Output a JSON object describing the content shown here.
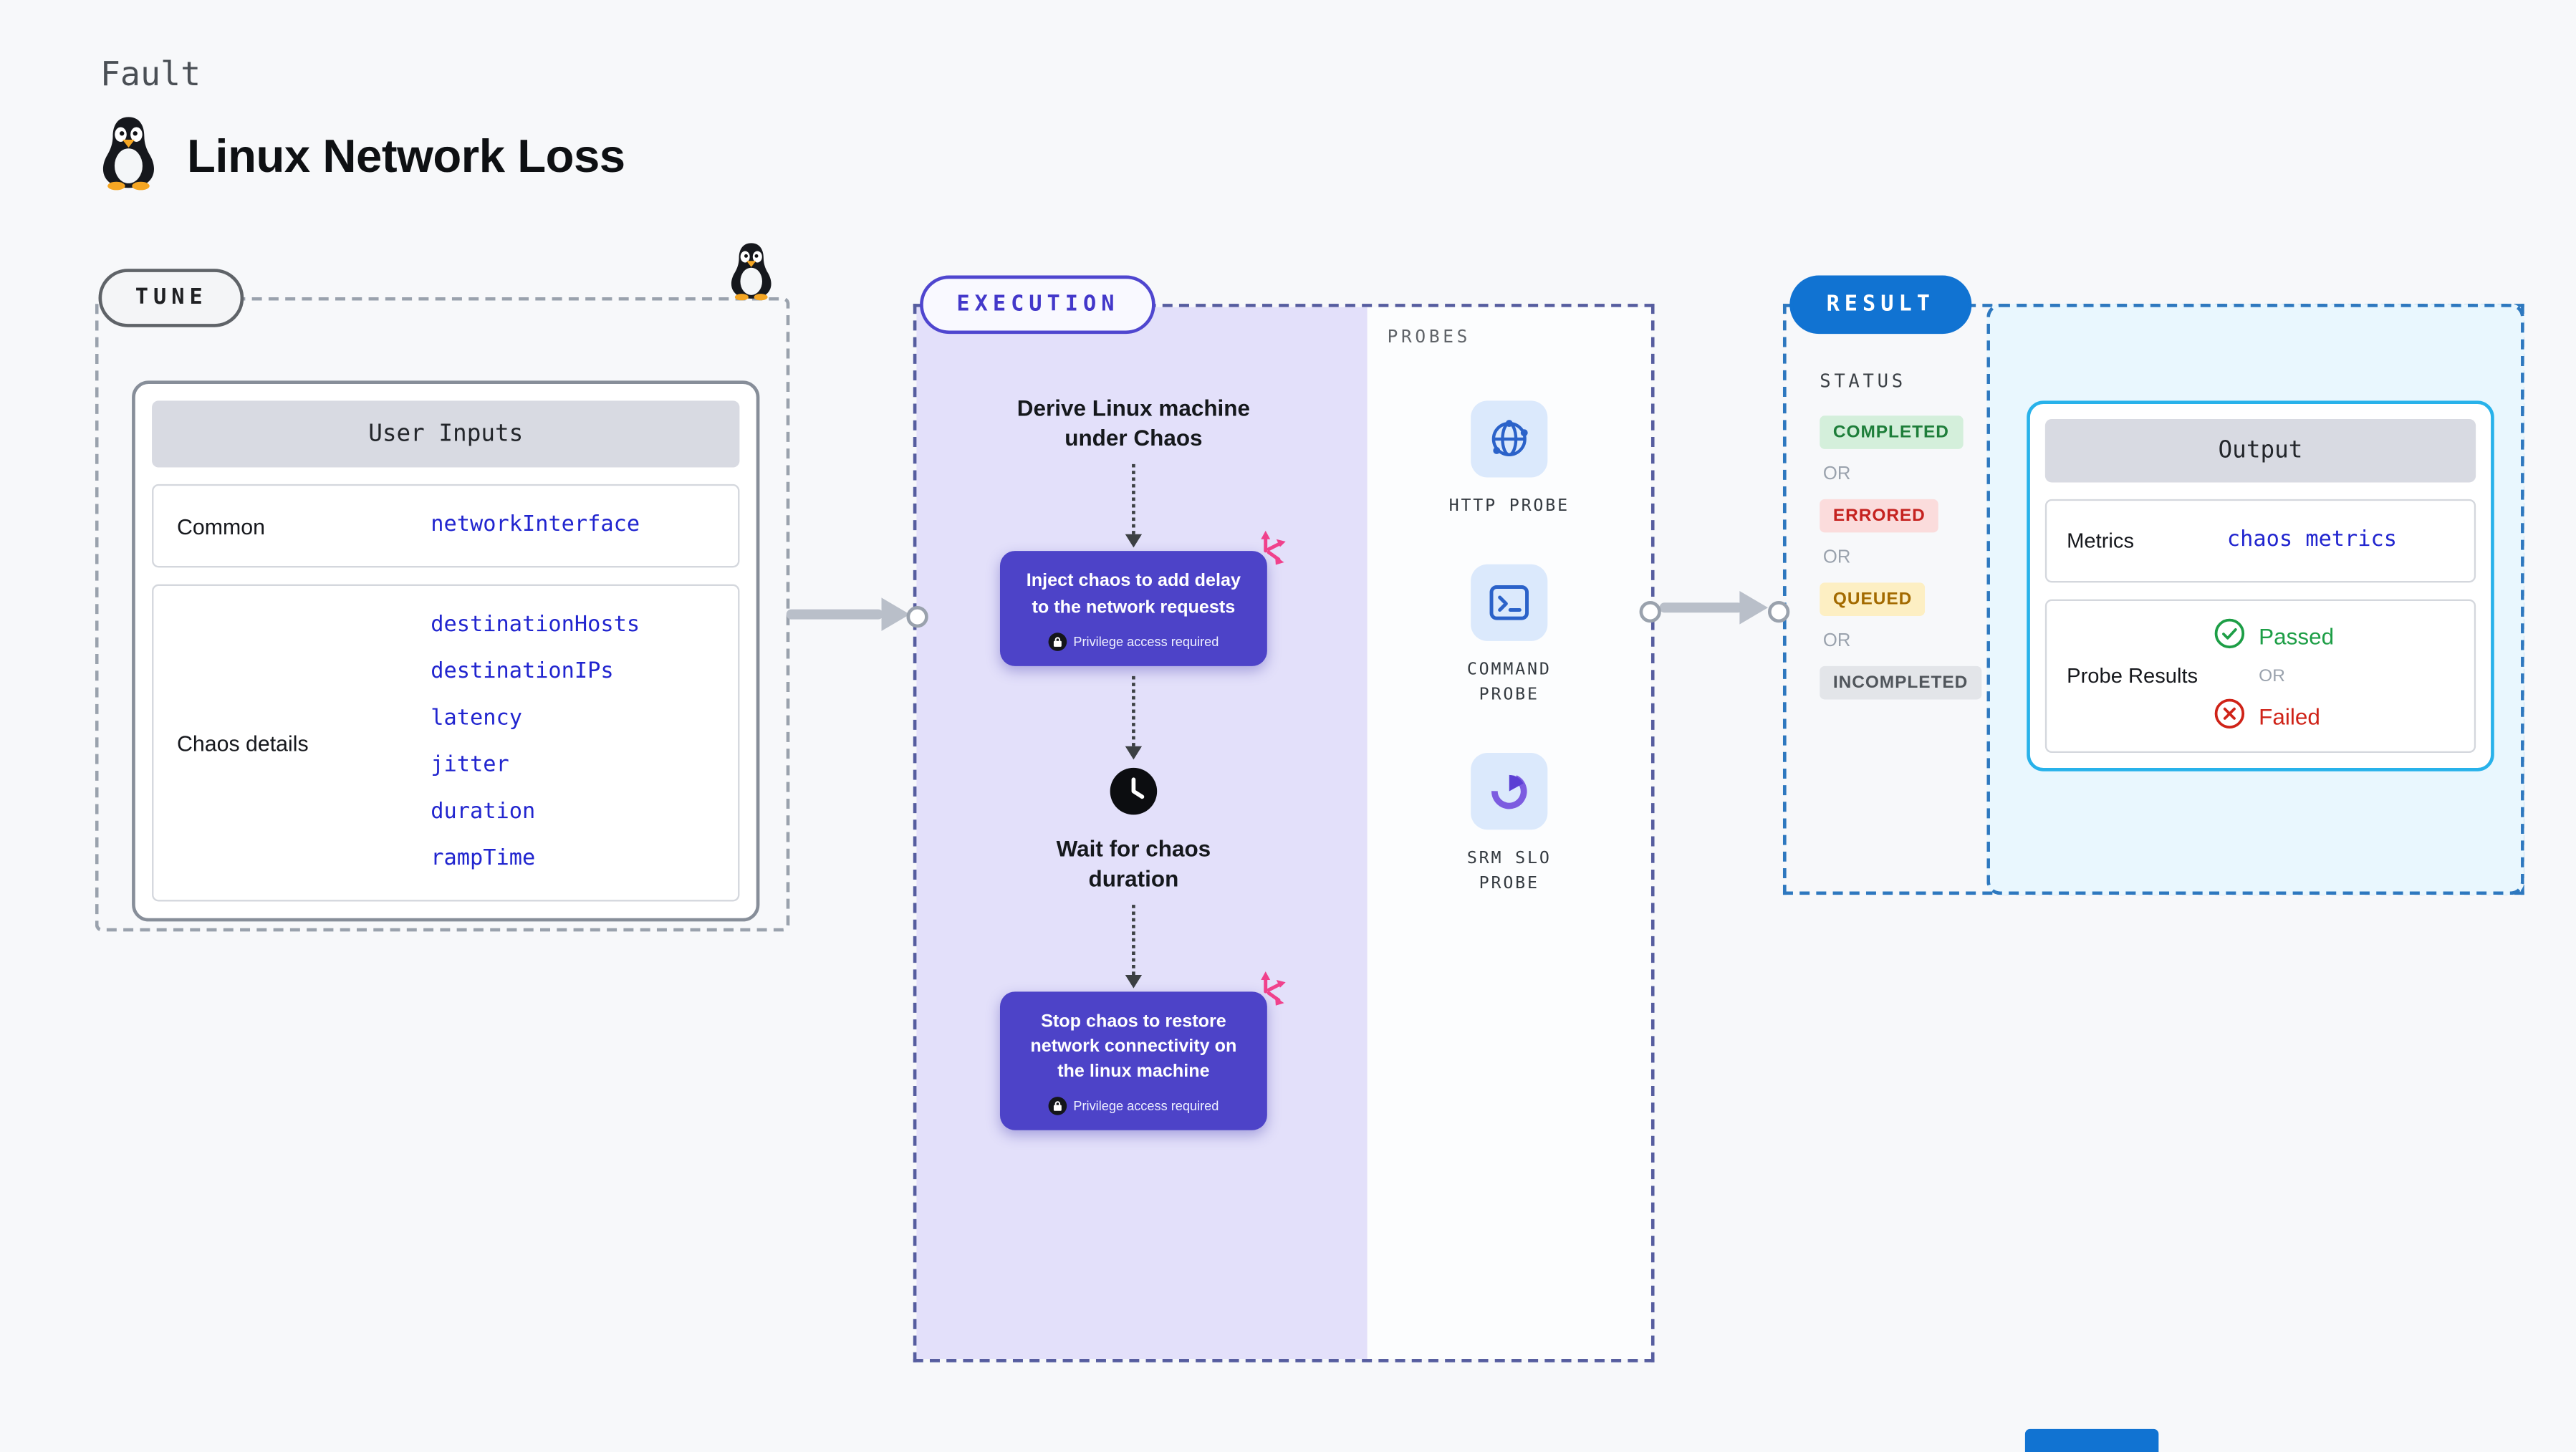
{
  "header": {
    "fault_label": "Fault",
    "title": "Linux Network Loss",
    "icon": "linux-tux"
  },
  "tune": {
    "pill": "TUNE",
    "card_title": "User Inputs",
    "common_label": "Common",
    "common_value": "networkInterface",
    "chaos_label": "Chaos details",
    "chaos_values": [
      "destinationHosts",
      "destinationIPs",
      "latency",
      "jitter",
      "duration",
      "rampTime"
    ]
  },
  "execution": {
    "pill": "EXECUTION",
    "derive_text": "Derive Linux machine under Chaos",
    "inject_text": "Inject chaos to add delay to the network requests",
    "privilege_text": "Privilege access required",
    "wait_text": "Wait for chaos duration",
    "stop_text": "Stop chaos to restore network connectivity on the linux machine",
    "probes_label": "PROBES",
    "probes": [
      {
        "name": "HTTP PROBE",
        "icon": "globe-network-icon"
      },
      {
        "name": "COMMAND PROBE",
        "icon": "terminal-icon"
      },
      {
        "name": "SRM SLO PROBE",
        "icon": "pie-chart-icon"
      }
    ]
  },
  "result": {
    "pill": "RESULT",
    "status_label": "STATUS",
    "or_label": "OR",
    "statuses": [
      {
        "label": "COMPLETED",
        "bg": "#d4efdb",
        "text": "#1e7e3a"
      },
      {
        "label": "ERRORED",
        "bg": "#fbdcdc",
        "text": "#c5221f"
      },
      {
        "label": "QUEUED",
        "bg": "#fdefc3",
        "text": "#a36a00"
      },
      {
        "label": "INCOMPLETED",
        "bg": "#e3e5e9",
        "text": "#50555b"
      }
    ],
    "output": {
      "title": "Output",
      "metrics_label": "Metrics",
      "metrics_value": "chaos metrics",
      "probe_results_label": "Probe Results",
      "passed_label": "Passed",
      "failed_label": "Failed"
    }
  },
  "colors": {
    "accent_purple": "#4d43c8",
    "accent_blue": "#1173d2",
    "accent_pink": "#f0418c",
    "code_blue": "#2125cf",
    "panel_purple": "#e3e0fa",
    "panel_blue": "#e9f7fe"
  }
}
